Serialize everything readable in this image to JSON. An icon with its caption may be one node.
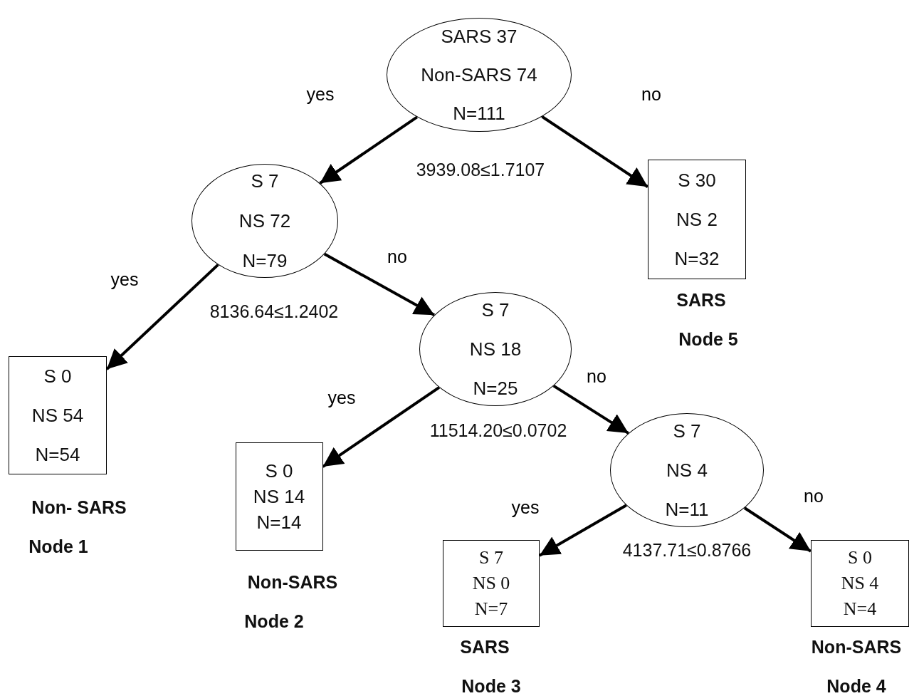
{
  "diagram": {
    "nodes": [
      {
        "text": [
          "SARS 37",
          "Non-SARS 74",
          "N=111"
        ],
        "beside": [
          "3939.08≤1.7107"
        ]
      },
      {
        "text": [
          "S 7",
          "NS 72",
          "N=79"
        ],
        "beside": [
          "8136.64≤1.2402"
        ]
      },
      {
        "text": [
          "S 30",
          "NS 2",
          "N=32"
        ],
        "beside": [
          "SARS",
          "Node 5"
        ]
      },
      {
        "text": [
          "S 0",
          "NS 54",
          "N=54"
        ],
        "beside": [
          "Non- SARS",
          "Node 1"
        ]
      },
      {
        "text": [
          "S 7",
          "NS 18",
          "N=25"
        ],
        "beside": [
          "11514.20≤0.0702"
        ]
      },
      {
        "text": [
          "S 0",
          "NS 14",
          "N=14"
        ],
        "beside": [
          "Non-SARS",
          "Node 2"
        ]
      },
      {
        "text": [
          "S 7",
          "NS 4",
          "N=11"
        ],
        "beside": [
          "4137.71≤0.8766"
        ]
      },
      {
        "text": [
          "S 7",
          "NS 0",
          "N=7"
        ],
        "beside": [
          "SARS",
          "Node 3"
        ]
      },
      {
        "text": [
          "S 0",
          "NS 4",
          "N=4"
        ],
        "beside": [
          "Non-SARS",
          "Node 4"
        ]
      }
    ],
    "edges": [
      {
        "from": 0,
        "to": 1,
        "arrow": "to",
        "label": "yes"
      },
      {
        "from": 0,
        "to": 2,
        "arrow": "to",
        "label": "no"
      },
      {
        "from": 1,
        "to": 3,
        "arrow": "to",
        "label": "yes"
      },
      {
        "from": 1,
        "to": 4,
        "arrow": "to",
        "label": "no"
      },
      {
        "from": 4,
        "to": 5,
        "arrow": "to",
        "label": "yes"
      },
      {
        "from": 4,
        "to": 6,
        "arrow": "to",
        "label": "no"
      },
      {
        "from": 6,
        "to": 7,
        "arrow": "to",
        "label": "yes"
      },
      {
        "from": 6,
        "to": 8,
        "arrow": "to",
        "label": "no"
      }
    ]
  }
}
